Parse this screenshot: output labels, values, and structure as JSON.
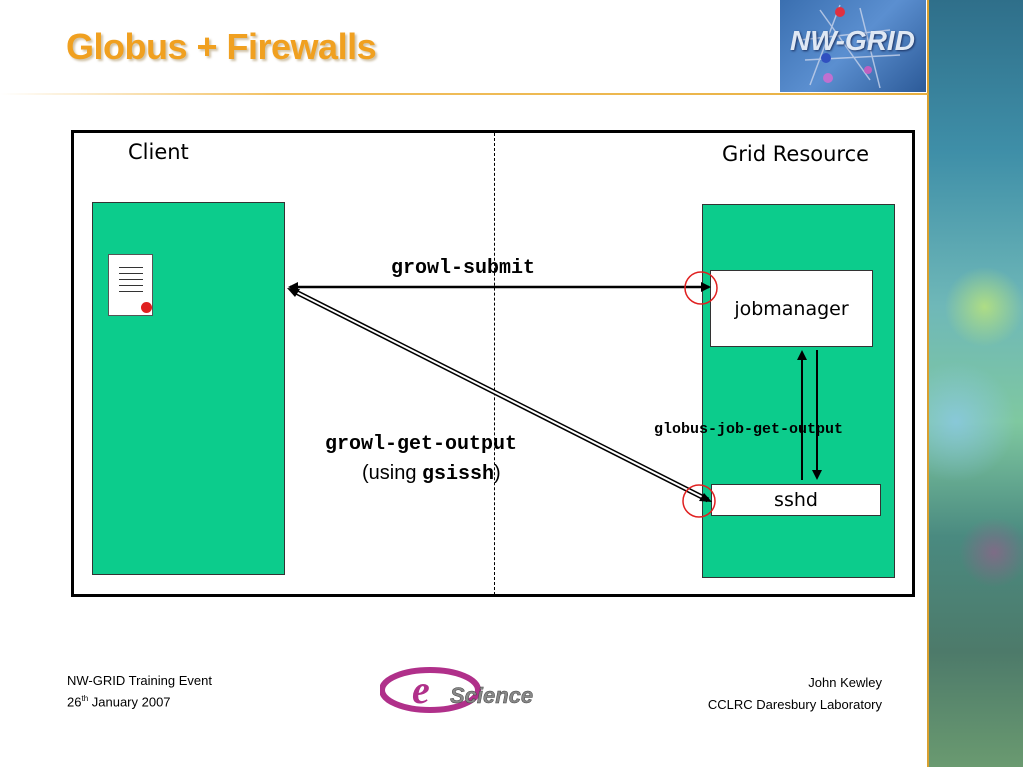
{
  "slide": {
    "title": "Globus + Firewalls",
    "logo_text": "NW-GRID"
  },
  "diagram": {
    "client_label": "Client",
    "grid_label": "Grid Resource",
    "jobmanager_label": "jobmanager",
    "sshd_label": "sshd",
    "submit_label": "growl-submit",
    "output_label": "growl-get-output",
    "output_using_prefix": "(using ",
    "output_using_cmd": "gsissh",
    "output_using_suffix": ")",
    "job_output_label": "globus-job-get-output"
  },
  "footer": {
    "left_line1": "NW-GRID Training Event",
    "left_line2_day": "26",
    "left_line2_sup": "th",
    "left_line2_rest": " January 2007",
    "right_line1": "John Kewley",
    "right_line2": "CCLRC Daresbury Laboratory",
    "center_logo_text": "Science",
    "center_logo_initial": "e"
  },
  "colors": {
    "title": "#f0a020",
    "block_fill": "#0ccc8c",
    "marker": "#e02020"
  }
}
